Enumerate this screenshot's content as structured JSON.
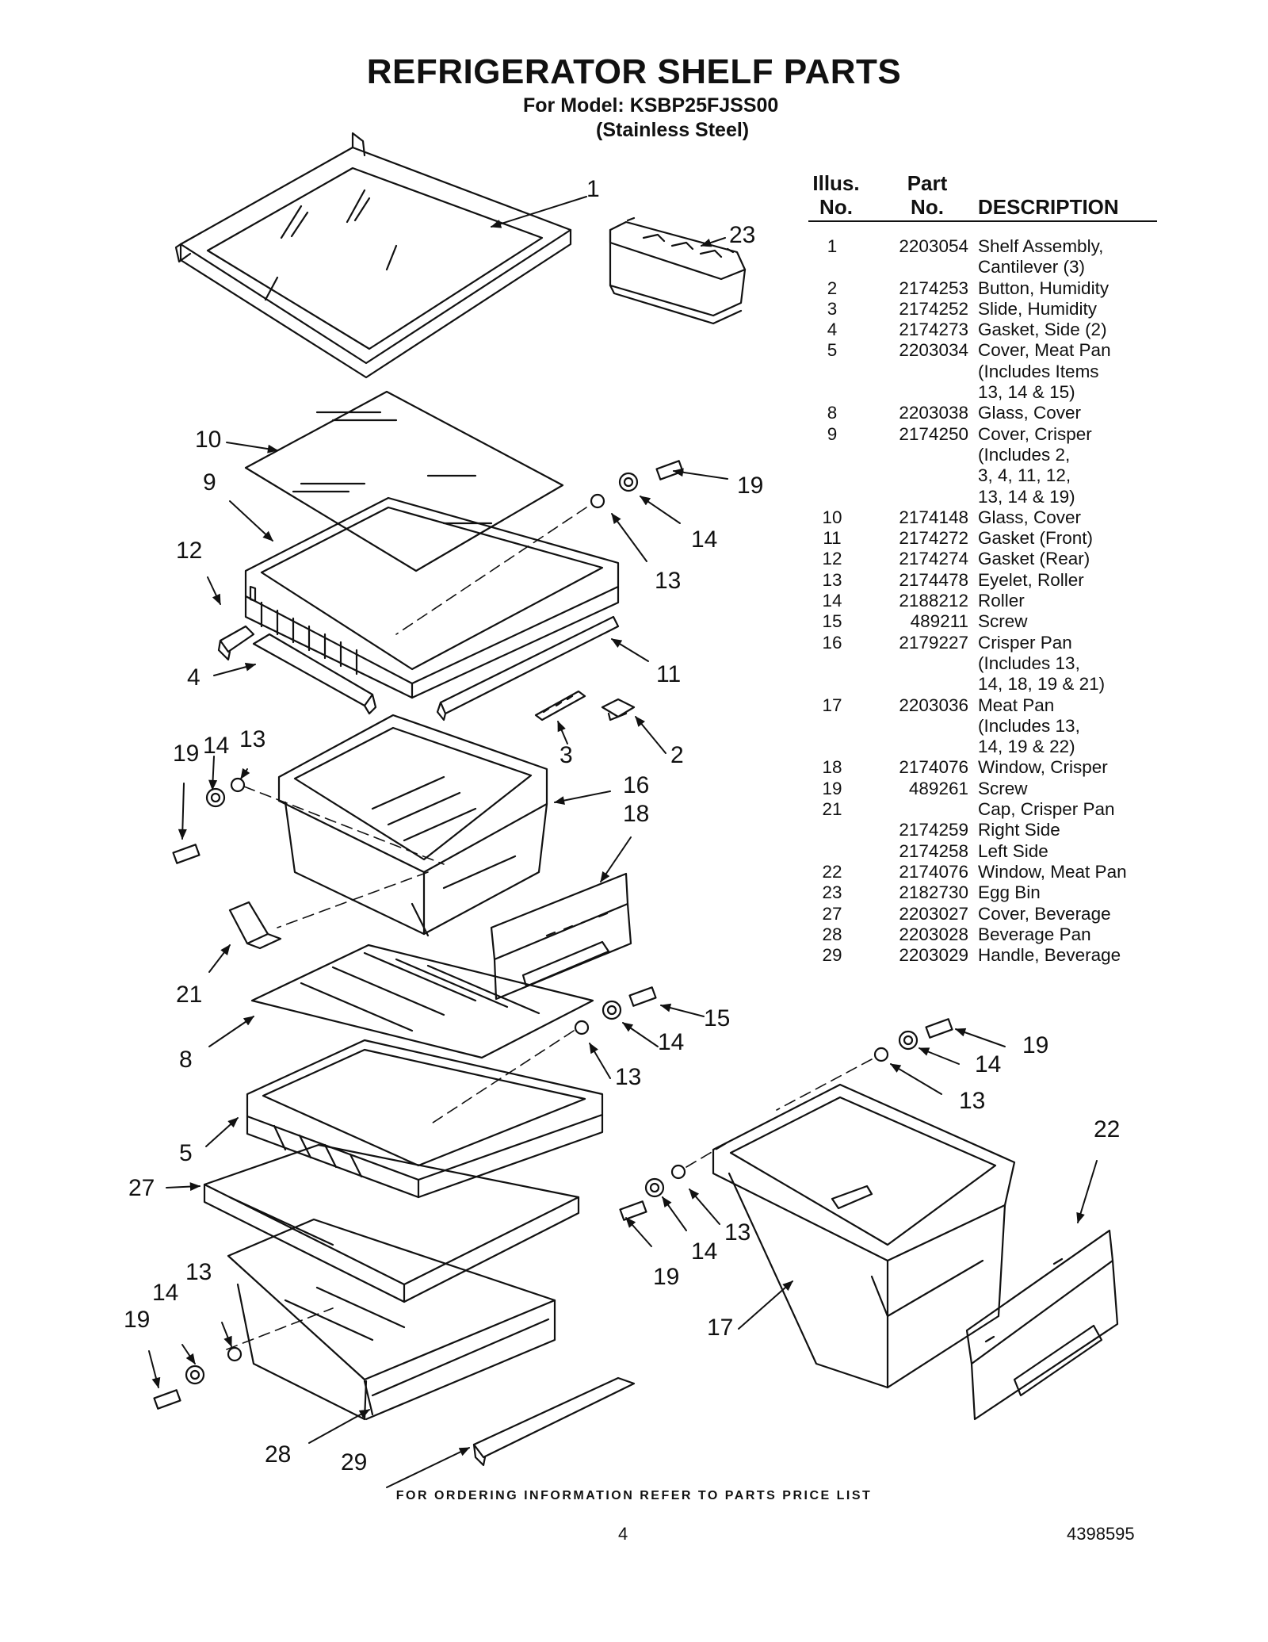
{
  "header": {
    "title": "REFRIGERATOR SHELF PARTS",
    "model_line": "For Model: KSBP25FJSS00",
    "finish_line": "(Stainless Steel)"
  },
  "table": {
    "headers": {
      "illus_1": "Illus.",
      "illus_2": "No.",
      "part_1": "Part",
      "part_2": "No.",
      "description": "DESCRIPTION"
    },
    "rows": [
      {
        "no": "1",
        "part": "2203054",
        "desc": "Shelf Assembly,"
      },
      {
        "no": "",
        "part": "",
        "desc": "Cantilever (3)"
      },
      {
        "no": "2",
        "part": "2174253",
        "desc": "Button, Humidity"
      },
      {
        "no": "3",
        "part": "2174252",
        "desc": "Slide, Humidity"
      },
      {
        "no": "4",
        "part": "2174273",
        "desc": "Gasket, Side (2)"
      },
      {
        "no": "5",
        "part": "2203034",
        "desc": "Cover, Meat Pan"
      },
      {
        "no": "",
        "part": "",
        "desc": "(Includes Items"
      },
      {
        "no": "",
        "part": "",
        "desc": "13, 14 & 15)"
      },
      {
        "no": "8",
        "part": "2203038",
        "desc": "Glass, Cover"
      },
      {
        "no": "9",
        "part": "2174250",
        "desc": "Cover, Crisper"
      },
      {
        "no": "",
        "part": "",
        "desc": "(Includes 2,"
      },
      {
        "no": "",
        "part": "",
        "desc": "3, 4, 11, 12,"
      },
      {
        "no": "",
        "part": "",
        "desc": "13, 14 & 19)"
      },
      {
        "no": "10",
        "part": "2174148",
        "desc": "Glass, Cover"
      },
      {
        "no": "11",
        "part": "2174272",
        "desc": "Gasket (Front)"
      },
      {
        "no": "12",
        "part": "2174274",
        "desc": "Gasket (Rear)"
      },
      {
        "no": "13",
        "part": "2174478",
        "desc": "Eyelet, Roller"
      },
      {
        "no": "14",
        "part": "2188212",
        "desc": "Roller"
      },
      {
        "no": "15",
        "part": "489211",
        "desc": "Screw"
      },
      {
        "no": "16",
        "part": "2179227",
        "desc": "Crisper Pan"
      },
      {
        "no": "",
        "part": "",
        "desc": "(Includes 13,"
      },
      {
        "no": "",
        "part": "",
        "desc": "14, 18, 19 & 21)"
      },
      {
        "no": "17",
        "part": "2203036",
        "desc": "Meat Pan"
      },
      {
        "no": "",
        "part": "",
        "desc": "(Includes 13,"
      },
      {
        "no": "",
        "part": "",
        "desc": "14, 19 & 22)"
      },
      {
        "no": "18",
        "part": "2174076",
        "desc": "Window, Crisper"
      },
      {
        "no": "19",
        "part": "489261",
        "desc": "Screw"
      },
      {
        "no": "21",
        "part": "",
        "desc": "Cap, Crisper Pan"
      },
      {
        "no": "",
        "part": "2174259",
        "desc": "Right Side"
      },
      {
        "no": "",
        "part": "2174258",
        "desc": "Left Side"
      },
      {
        "no": "22",
        "part": "2174076",
        "desc": "Window, Meat Pan"
      },
      {
        "no": "23",
        "part": "2182730",
        "desc": "Egg Bin"
      },
      {
        "no": "27",
        "part": "2203027",
        "desc": "Cover, Beverage"
      },
      {
        "no": "28",
        "part": "2203028",
        "desc": "Beverage Pan"
      },
      {
        "no": "29",
        "part": "2203029",
        "desc": "Handle, Beverage"
      }
    ]
  },
  "callouts": {
    "c1": "1",
    "c23": "23",
    "c10": "10",
    "c9": "9",
    "c19a": "19",
    "c14a": "14",
    "c13a": "13",
    "c12": "12",
    "c4": "4",
    "c11": "11",
    "c3": "3",
    "c2": "2",
    "c19b": "19",
    "c14b": "14",
    "c13b": "13",
    "c16": "16",
    "c18": "18",
    "c21": "21",
    "c15": "15",
    "c8": "8",
    "c14c": "14",
    "c13c": "13",
    "c5": "5",
    "c27": "27",
    "c19d": "19",
    "c14d": "14",
    "c13d": "13",
    "c22": "22",
    "c13e": "13",
    "c14e": "14",
    "c19e": "19",
    "c17": "17",
    "c13f": "13",
    "c14f": "14",
    "c19f": "19",
    "c28": "28",
    "c29": "29"
  },
  "footer": {
    "ordering_note": "FOR ORDERING INFORMATION REFER TO PARTS PRICE LIST",
    "page_number": "4",
    "document_number": "4398595"
  }
}
